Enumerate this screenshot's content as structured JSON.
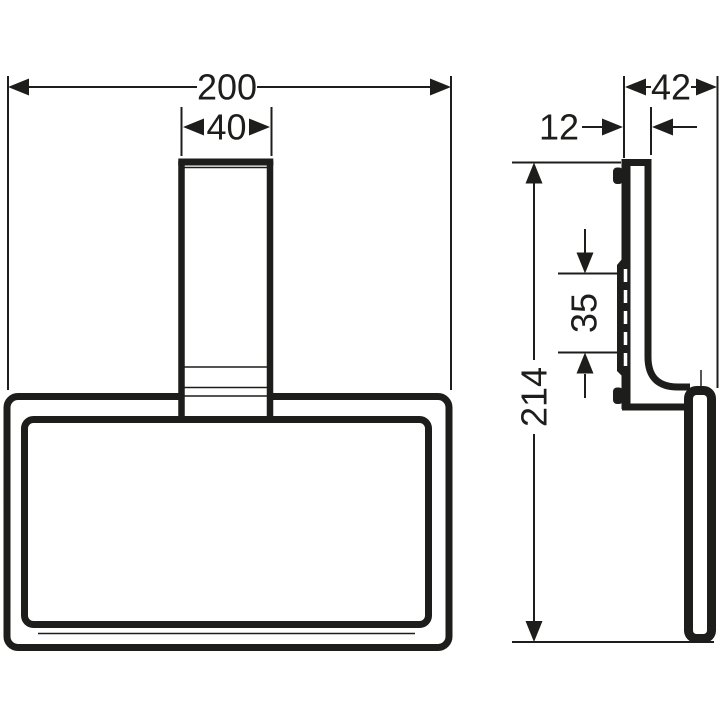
{
  "colors": {
    "line": "#1d1d1b",
    "background": "#ffffff"
  },
  "dims": {
    "front_width": "200",
    "stem_width": "40",
    "side_total_depth": "42",
    "side_plate_depth": "12",
    "side_mount_height": "35",
    "side_total_height": "214"
  }
}
